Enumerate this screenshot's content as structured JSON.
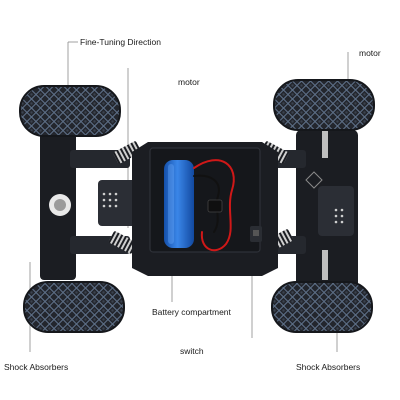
{
  "labels": {
    "fine_tuning_direction": "Fine-Tuning Direction",
    "motor_middle": "motor",
    "motor_right": "motor",
    "battery_compartment": "Battery compartment",
    "switch": "switch",
    "shock_absorbers_left": "Shock Absorbers",
    "shock_absorbers_right": "Shock Absorbers"
  },
  "colors": {
    "background": "#ffffff",
    "chassis": "#1b1d22",
    "tire": "#23262d",
    "tire_highlight": "#6a7d96",
    "battery": "#1e63c8",
    "spring": "#c9c9c9",
    "wire_red": "#d01818",
    "wire_black": "#111111",
    "leader_line": "#8a8a8a",
    "label_text": "#1a1a1a"
  }
}
